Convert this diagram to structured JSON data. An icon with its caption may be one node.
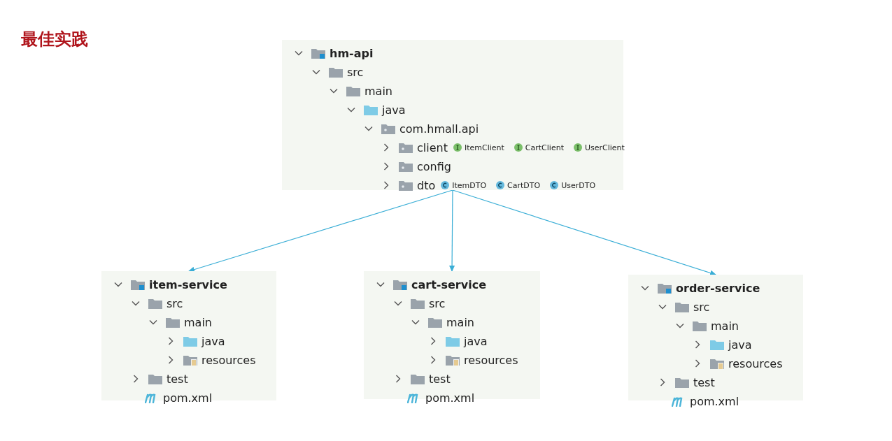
{
  "diagram": {
    "title": "最佳实践",
    "nodes": [
      {
        "text": [
          "hm-api",
          "src",
          "main",
          "java",
          "com.hmall.api",
          "client",
          "ItemClient",
          "CartClient",
          "UserClient",
          "config",
          "dto",
          "ItemDTO",
          "CartDTO",
          "UserDTO"
        ]
      },
      {
        "text": [
          "item-service",
          "src",
          "main",
          "java",
          "resources",
          "test",
          "pom.xml"
        ]
      },
      {
        "text": [
          "cart-service",
          "src",
          "main",
          "java",
          "resources",
          "test",
          "pom.xml"
        ]
      },
      {
        "text": [
          "order-service",
          "src",
          "main",
          "java",
          "resources",
          "test",
          "pom.xml"
        ]
      }
    ],
    "edges": [
      {
        "from": 0,
        "to": 1,
        "arrow": "to"
      },
      {
        "from": 0,
        "to": 2,
        "arrow": "to"
      },
      {
        "from": 0,
        "to": 3,
        "arrow": "to"
      }
    ]
  }
}
